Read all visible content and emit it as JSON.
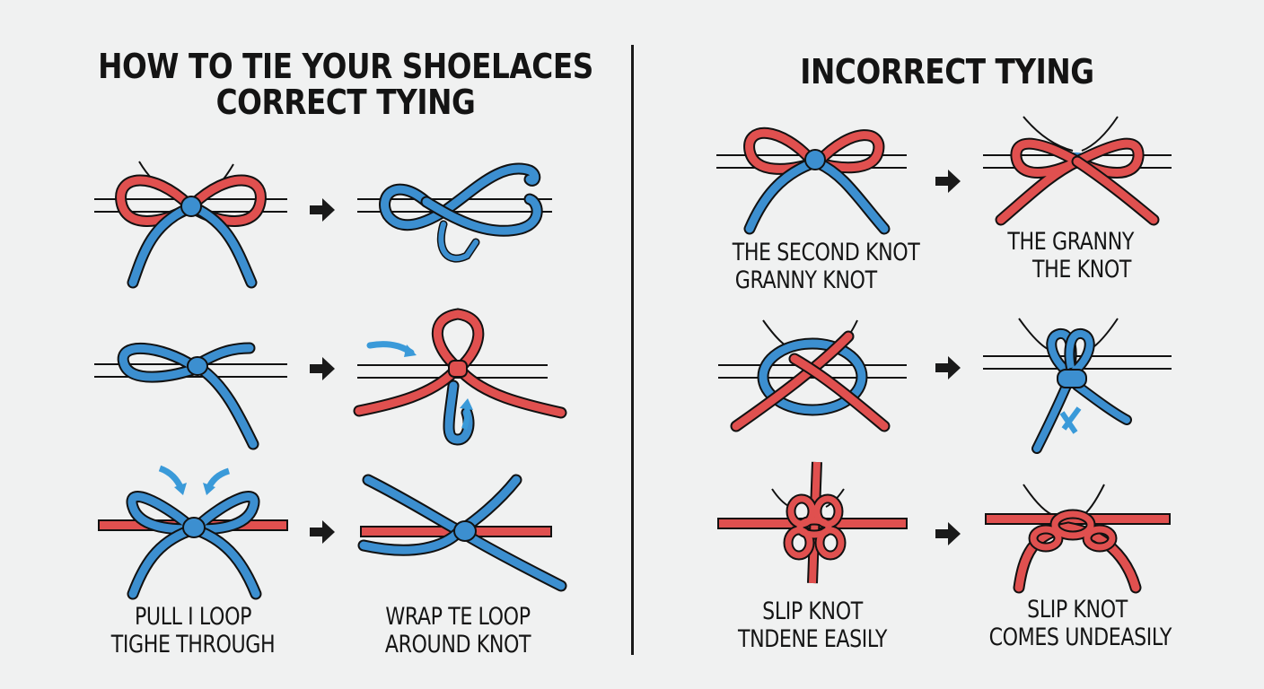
{
  "header": {
    "left_title_line1": "HOW TO TIE YOUR SHOELACES",
    "left_title_line2": "CORRECT TYING",
    "right_title": "INCORRECT TYING"
  },
  "colors": {
    "background": "#f0f1f1",
    "lace_red": "#e0504f",
    "lace_blue": "#3c8fd0",
    "outline": "#111111",
    "arrow": "#1a1a1a",
    "hint_arrow": "#3a9ad9"
  },
  "correct": {
    "steps": [
      {
        "row": 1,
        "left": "bow-red-loops-blue-ends",
        "right": "blue-figure-eight-loop",
        "arrow": "right-arrow"
      },
      {
        "row": 2,
        "left": "blue-single-loop-knot",
        "right": "red-loop-with-blue-tail",
        "arrow": "right-arrow"
      },
      {
        "row": 3,
        "left": "blue-bow-on-red-lace",
        "right": "blue-crossed-ends-on-red-lace",
        "arrow": "right-arrow"
      }
    ],
    "captions": [
      {
        "line1": "PULL I LOOP",
        "line2": "TIGHE THROUGH"
      },
      {
        "line1": "WRAP TE LOOP",
        "line2": "AROUND KNOT"
      }
    ]
  },
  "incorrect": {
    "steps": [
      {
        "row": 1,
        "left": "red-loops-blue-ends",
        "right": "red-granny-crossed",
        "arrow": "right-arrow"
      },
      {
        "row": 2,
        "left": "blue-oval-red-cross",
        "right": "blue-double-loop-x",
        "arrow": "right-arrow"
      },
      {
        "row": 3,
        "left": "red-flower-knot",
        "right": "red-arched-knot",
        "arrow": "right-arrow"
      }
    ],
    "captions_row1": [
      {
        "line1": "THE SECOND KNOT",
        "line2": "GRANNY KNOT"
      },
      {
        "line1": "THE GRANNY",
        "line2": "THE KNOT"
      }
    ],
    "captions_row3": [
      {
        "line1": "SLIP KNOT",
        "line2": "TNDENE EASILY"
      },
      {
        "line1": "SLIP KNOT",
        "line2": "COMES UNDEASILY"
      }
    ]
  }
}
